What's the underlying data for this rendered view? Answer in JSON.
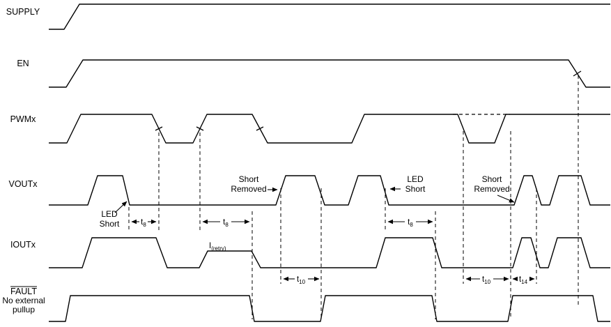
{
  "figure": {
    "signals": [
      {
        "label": "SUPPLY"
      },
      {
        "label": "EN"
      },
      {
        "label": "PWMx"
      },
      {
        "label": "VOUTx"
      },
      {
        "label": "IOUTx"
      },
      {
        "label": "FAULT",
        "note_line1": "No external",
        "note_line2": "pullup"
      }
    ],
    "annotations": {
      "led_short": {
        "line1": "LED",
        "line2": "Short"
      },
      "short_removed": {
        "line1": "Short",
        "line2": "Removed"
      },
      "i_retry": {
        "base": "I",
        "sub": "(retry)"
      },
      "t8": {
        "base": "t",
        "sub": "8"
      },
      "t10": {
        "base": "t",
        "sub": "10"
      },
      "t14": {
        "base": "t",
        "sub": "14"
      }
    },
    "colors": {
      "waveform": "#000000",
      "background": "#ffffff"
    }
  }
}
